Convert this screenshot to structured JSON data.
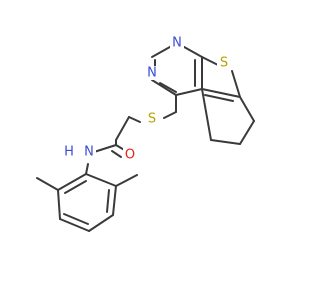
{
  "colors": {
    "background": "#ffffff",
    "bond": "#3a3a3a",
    "nitrogen": "#3a4bd6",
    "sulfur": "#b8a300",
    "oxygen": "#e0231b"
  },
  "atoms": {
    "n_top": {
      "label": "N",
      "element": "nitrogen"
    },
    "n_left": {
      "label": "N",
      "element": "nitrogen"
    },
    "s_ring": {
      "label": "S",
      "element": "sulfur"
    },
    "s_link": {
      "label": "S",
      "element": "sulfur"
    },
    "o_carbonyl": {
      "label": "O",
      "element": "oxygen"
    },
    "n_amide": {
      "label": "N",
      "element": "nitrogen"
    },
    "h_amide": {
      "label": "H",
      "element": "nitrogen"
    }
  }
}
